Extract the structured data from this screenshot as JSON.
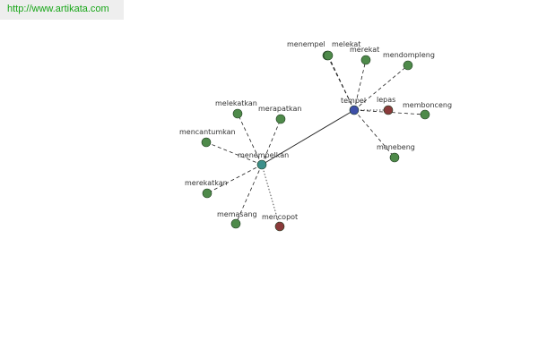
{
  "header": {
    "url": "http://www.artikata.com"
  },
  "colors": {
    "background": "#ffffff",
    "url_text": "#16a516",
    "url_bar": "#eeeeee",
    "edge": "#222222",
    "leaf_node": "#4e8a4a",
    "hub_node_tempel": "#3d4fa8",
    "hub_node_menempelkan": "#3c8f8a",
    "antonym_node": "#8a3a3a"
  },
  "graph": {
    "nodes": {
      "tempel": {
        "label": "tempel",
        "kind": "hub"
      },
      "menempelkan": {
        "label": "menempelkan",
        "kind": "hub"
      },
      "menempel": {
        "label": "menempel",
        "kind": "leaf"
      },
      "melekat": {
        "label": "melekat",
        "kind": "leaf"
      },
      "merekat": {
        "label": "merekat",
        "kind": "leaf"
      },
      "mendompleng": {
        "label": "mendompleng",
        "kind": "leaf"
      },
      "lepas": {
        "label": "lepas",
        "kind": "antonym"
      },
      "membonceng": {
        "label": "membonceng",
        "kind": "leaf"
      },
      "menebeng": {
        "label": "menebeng",
        "kind": "leaf"
      },
      "melekatkan": {
        "label": "melekatkan",
        "kind": "leaf"
      },
      "merapatkan": {
        "label": "merapatkan",
        "kind": "leaf"
      },
      "mencantumkan": {
        "label": "mencantumkan",
        "kind": "leaf"
      },
      "merekatkan": {
        "label": "merekatkan",
        "kind": "leaf"
      },
      "memasang": {
        "label": "memasang",
        "kind": "leaf"
      },
      "mencopot": {
        "label": "mencopot",
        "kind": "antonym"
      }
    },
    "edges": [
      {
        "from": "tempel",
        "to": "menempelkan",
        "style": "solid"
      },
      {
        "from": "tempel",
        "to": "menempel",
        "style": "dashed"
      },
      {
        "from": "tempel",
        "to": "melekat",
        "style": "dashed"
      },
      {
        "from": "tempel",
        "to": "merekat",
        "style": "dashed"
      },
      {
        "from": "tempel",
        "to": "mendompleng",
        "style": "dashed"
      },
      {
        "from": "tempel",
        "to": "lepas",
        "style": "dotted"
      },
      {
        "from": "tempel",
        "to": "membonceng",
        "style": "dashed"
      },
      {
        "from": "tempel",
        "to": "menebeng",
        "style": "dashed"
      },
      {
        "from": "menempelkan",
        "to": "melekatkan",
        "style": "dashed"
      },
      {
        "from": "menempelkan",
        "to": "merapatkan",
        "style": "dashed"
      },
      {
        "from": "menempelkan",
        "to": "mencantumkan",
        "style": "dashed"
      },
      {
        "from": "menempelkan",
        "to": "merekatkan",
        "style": "dashed"
      },
      {
        "from": "menempelkan",
        "to": "memasang",
        "style": "dashed"
      },
      {
        "from": "menempelkan",
        "to": "mencopot",
        "style": "dotted"
      }
    ]
  }
}
